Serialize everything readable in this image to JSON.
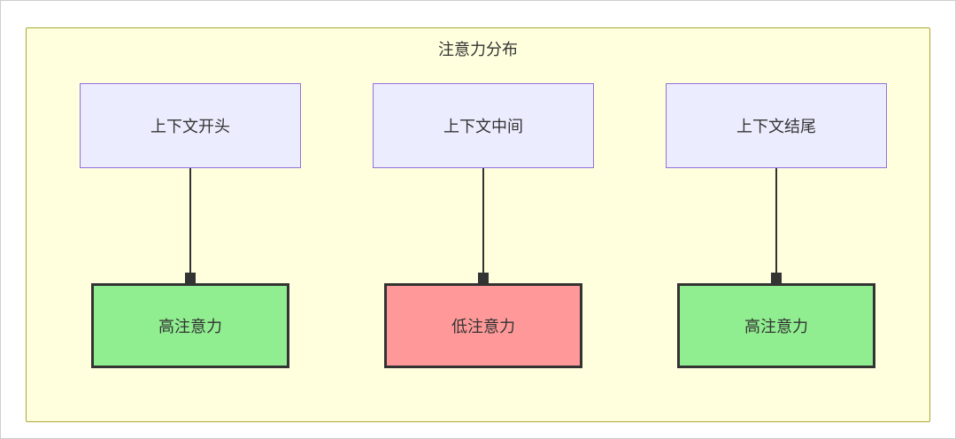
{
  "diagram": {
    "title": "注意力分布",
    "columns": [
      {
        "top": "上下文开头",
        "bottom": "高注意力",
        "level": "high"
      },
      {
        "top": "上下文中间",
        "bottom": "低注意力",
        "level": "low"
      },
      {
        "top": "上下文结尾",
        "bottom": "高注意力",
        "level": "high"
      }
    ],
    "colors": {
      "cluster_bg": "#ffffde",
      "cluster_border": "#aaaa33",
      "top_box_bg": "#ececff",
      "top_box_border": "#9370db",
      "high_bg": "#90ee90",
      "low_bg": "#ff9999",
      "bottom_border": "#333333",
      "arrow": "#333333",
      "text": "#333333"
    }
  }
}
